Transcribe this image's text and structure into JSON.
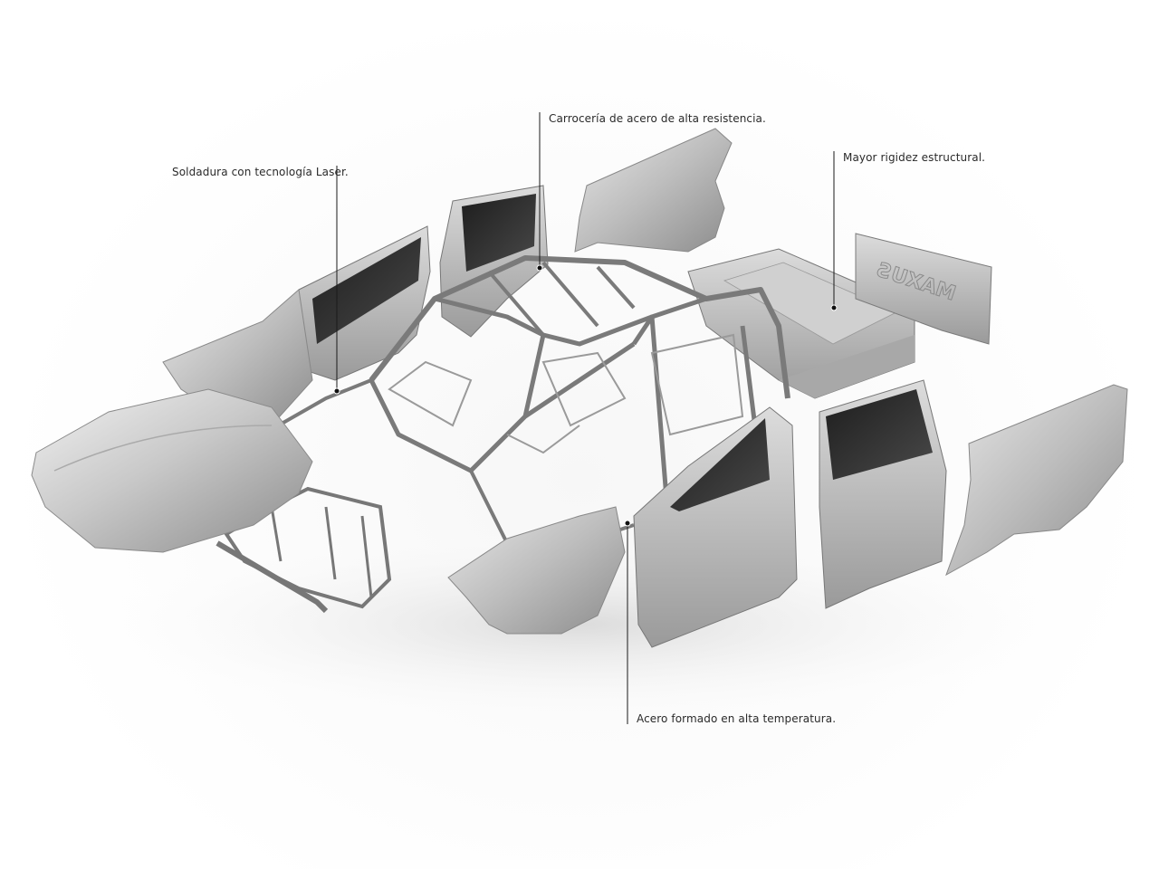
{
  "callouts": {
    "laser": "Soldadura con tecnología  Laser.",
    "body": "Carrocería de acero de alta resistencia.",
    "rigidity": "Mayor rigidez estructural.",
    "steel": "Acero formado en alta temperatura."
  },
  "tailgate_text": "ƧUXAM",
  "colors": {
    "metal": "#b8b8b8",
    "metal_dark": "#6d6d6d",
    "glass": "#2b2b2b",
    "line": "#1a1a1a"
  }
}
